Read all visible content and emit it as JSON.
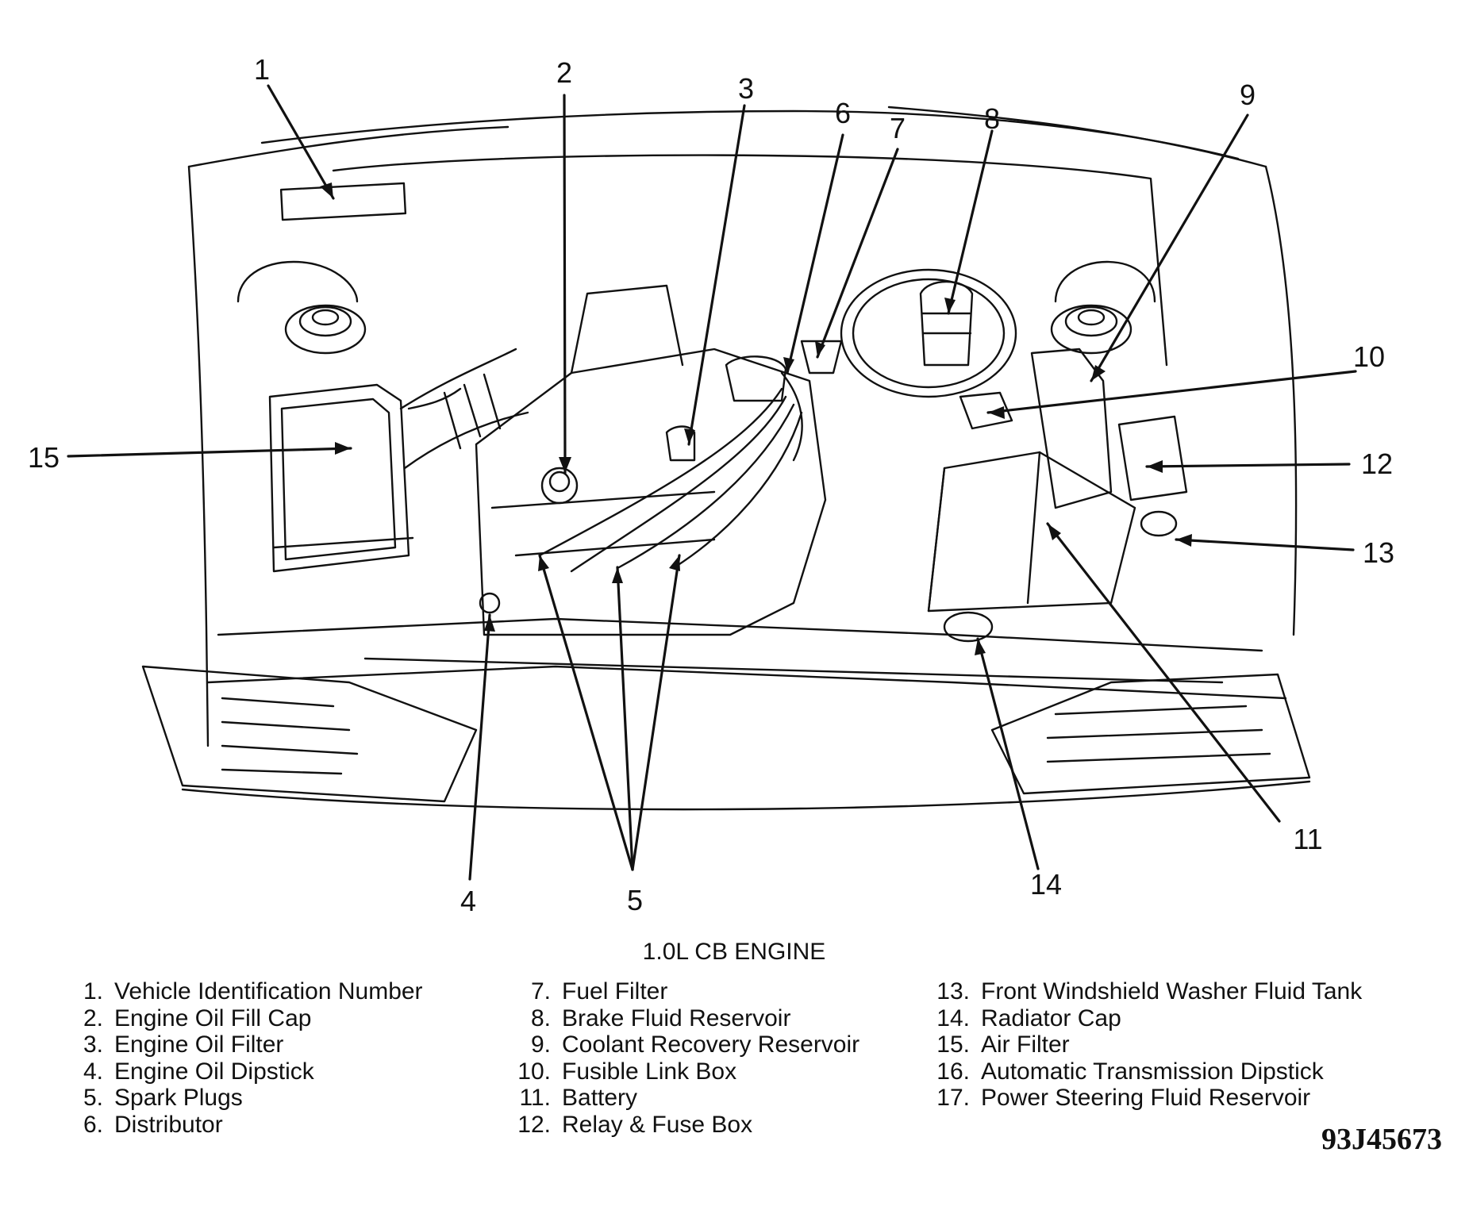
{
  "callouts": [
    "1",
    "2",
    "3",
    "4",
    "5",
    "6",
    "7",
    "8",
    "9",
    "10",
    "11",
    "12",
    "13",
    "14",
    "15"
  ],
  "caption": "1.0L CB ENGINE",
  "legend": {
    "column1": [
      {
        "num": "1.",
        "text": "Vehicle Identification Number"
      },
      {
        "num": "2.",
        "text": "Engine Oil Fill Cap"
      },
      {
        "num": "3.",
        "text": "Engine Oil Filter"
      },
      {
        "num": "4.",
        "text": "Engine Oil Dipstick"
      },
      {
        "num": "5.",
        "text": "Spark Plugs"
      },
      {
        "num": "6.",
        "text": "Distributor"
      }
    ],
    "column2": [
      {
        "num": "7.",
        "text": "Fuel Filter"
      },
      {
        "num": "8.",
        "text": "Brake Fluid Reservoir"
      },
      {
        "num": "9.",
        "text": "Coolant Recovery Reservoir"
      },
      {
        "num": "10.",
        "text": "Fusible Link Box"
      },
      {
        "num": "11.",
        "text": "Battery"
      },
      {
        "num": "12.",
        "text": "Relay & Fuse Box"
      }
    ],
    "column3": [
      {
        "num": "13.",
        "text": "Front Windshield Washer Fluid Tank"
      },
      {
        "num": "14.",
        "text": "Radiator Cap"
      },
      {
        "num": "15.",
        "text": "Air Filter"
      },
      {
        "num": "16.",
        "text": "Automatic Transmission Dipstick"
      },
      {
        "num": "17.",
        "text": "Power Steering Fluid Reservoir"
      }
    ]
  },
  "figure_id": "93J45673",
  "colors": {
    "ink": "#111111",
    "paper": "#ffffff"
  }
}
